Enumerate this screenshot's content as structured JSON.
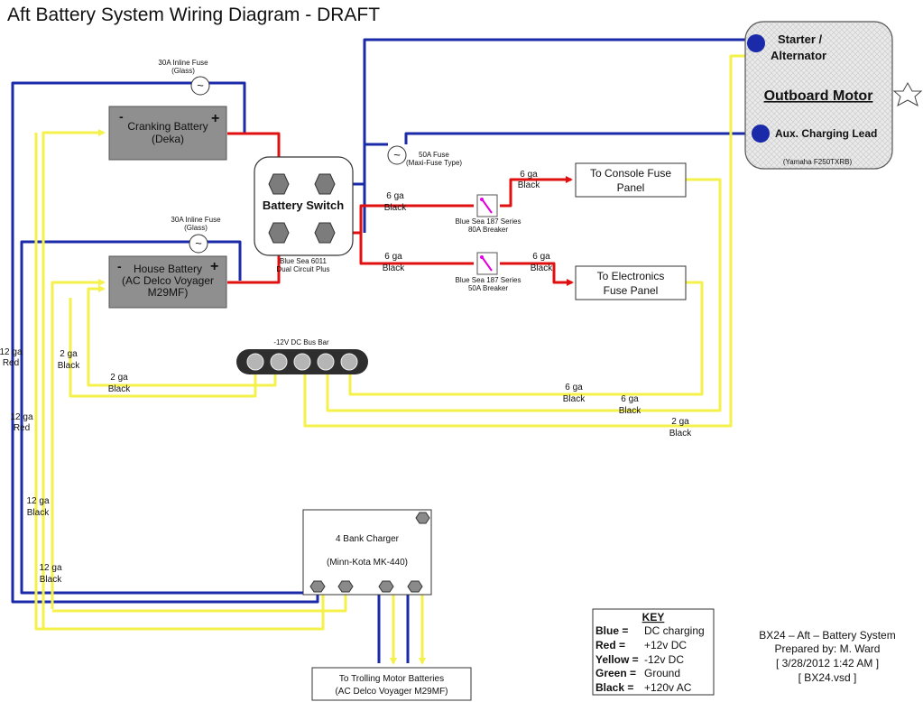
{
  "title": "Aft Battery System Wiring Diagram - DRAFT",
  "colors": {
    "blue": "#1a2aa8",
    "red": "#e01010",
    "yellow": "#f4f14a",
    "box_gray": "#8f8f8f",
    "motor_bg": "#e6e6e6",
    "bus_bar": "#2e2e2e"
  },
  "components": {
    "cranking_battery": {
      "neg": "-",
      "pos": "+",
      "line1": "Cranking Battery",
      "line2": "(Deka)"
    },
    "house_battery": {
      "neg": "-",
      "pos": "+",
      "line1": "House Battery",
      "line2": "(AC Delco Voyager",
      "line3": "M29MF)"
    },
    "battery_switch": {
      "label": "Battery Switch",
      "note1": "Blue Sea 6011",
      "note2": "Dual Circuit Plus"
    },
    "fuse_crank": {
      "line1": "30A Inline Fuse",
      "line2": "(Glass)"
    },
    "fuse_house": {
      "line1": "30A Inline Fuse",
      "line2": "(Glass)"
    },
    "fuse_50a": {
      "line1": "50A Fuse",
      "line2": "(Maxi-Fuse Type)"
    },
    "breaker_80a": {
      "line1": "Blue Sea 187 Series",
      "line2": "80A Breaker"
    },
    "breaker_50a": {
      "line1": "Blue Sea 187 Series",
      "line2": "50A Breaker"
    },
    "console_panel": {
      "line1": "To Console Fuse",
      "line2": "Panel"
    },
    "electronics_panel": {
      "line1": "To Electronics",
      "line2": "Fuse Panel"
    },
    "bus_bar": {
      "label": "-12V DC Bus Bar"
    },
    "charger": {
      "line1": "4 Bank Charger",
      "line2": "(Minn-Kota MK-440)"
    },
    "trolling": {
      "line1": "To Trolling Motor Batteries",
      "line2": "(AC Delco Voyager M29MF)"
    },
    "outboard": {
      "starter1": "Starter /",
      "starter2": "Alternator",
      "title": "Outboard Motor",
      "aux": "Aux. Charging Lead",
      "model": "(Yamaha F250TXRB)"
    }
  },
  "wire_labels": {
    "sw_breaker_top_1": "6 ga",
    "sw_breaker_top_2": "Black",
    "sw_breaker_bot_1": "6 ga",
    "sw_breaker_bot_2": "Black",
    "brk80_console_1": "6 ga",
    "brk80_console_2": "Black",
    "brk50_elec_1": "6 ga",
    "brk50_elec_2": "Black",
    "left_12ga_red_a1": "12 ga",
    "left_12ga_red_a2": "Red",
    "left_12ga_red_b1": "12 ga",
    "left_12ga_red_b2": "Red",
    "left_2ga_black_1": "2 ga",
    "left_2ga_black_2": "Black",
    "bus_2ga_black_1": "2 ga",
    "bus_2ga_black_2": "Black",
    "left_12ga_black_a1": "12 ga",
    "left_12ga_black_a2": "Black",
    "left_12ga_black_b1": "12 ga",
    "left_12ga_black_b2": "Black",
    "bus_6ga_a1": "6 ga",
    "bus_6ga_a2": "Black",
    "bus_6ga_b1": "6 ga",
    "bus_6ga_b2": "Black",
    "bus_2ga_c1": "2 ga",
    "bus_2ga_c2": "Black"
  },
  "key": {
    "title": "KEY",
    "rows": [
      {
        "name": "Blue =",
        "desc": "DC charging",
        "color": "#1a2aa8"
      },
      {
        "name": "Red =",
        "desc": "+12v DC",
        "color": "#e01010"
      },
      {
        "name": "Yellow =",
        "desc": "-12v DC",
        "color": "#f4f14a"
      },
      {
        "name": "Green =",
        "desc": "Ground",
        "color": "#1a8a1a"
      },
      {
        "name": "Black =",
        "desc": "+120v AC",
        "color": "#000000"
      }
    ]
  },
  "info": {
    "line1": "BX24 – Aft – Battery System",
    "line2": "Prepared by: M. Ward",
    "line3": "[ 3/28/2012 1:42 AM ]",
    "line4": "[ BX24.vsd ]"
  }
}
